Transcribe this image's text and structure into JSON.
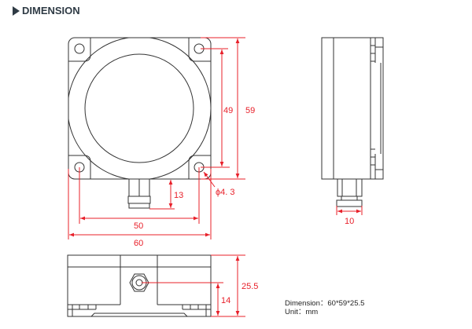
{
  "header": {
    "title": "DIMENSION",
    "icon": "triangle-right-icon"
  },
  "dimensions": {
    "d59": "59",
    "d49": "49",
    "d13": "13",
    "d50": "50",
    "d60": "60",
    "hole": "ϕ4. 3",
    "d10": "10",
    "d25_5": "25.5",
    "d14": "14"
  },
  "notes": {
    "dimension": "Dimension：60*59*25.5",
    "unit": "Unit：mm"
  },
  "colors": {
    "dim": "#e8202a",
    "line": "#333333"
  }
}
